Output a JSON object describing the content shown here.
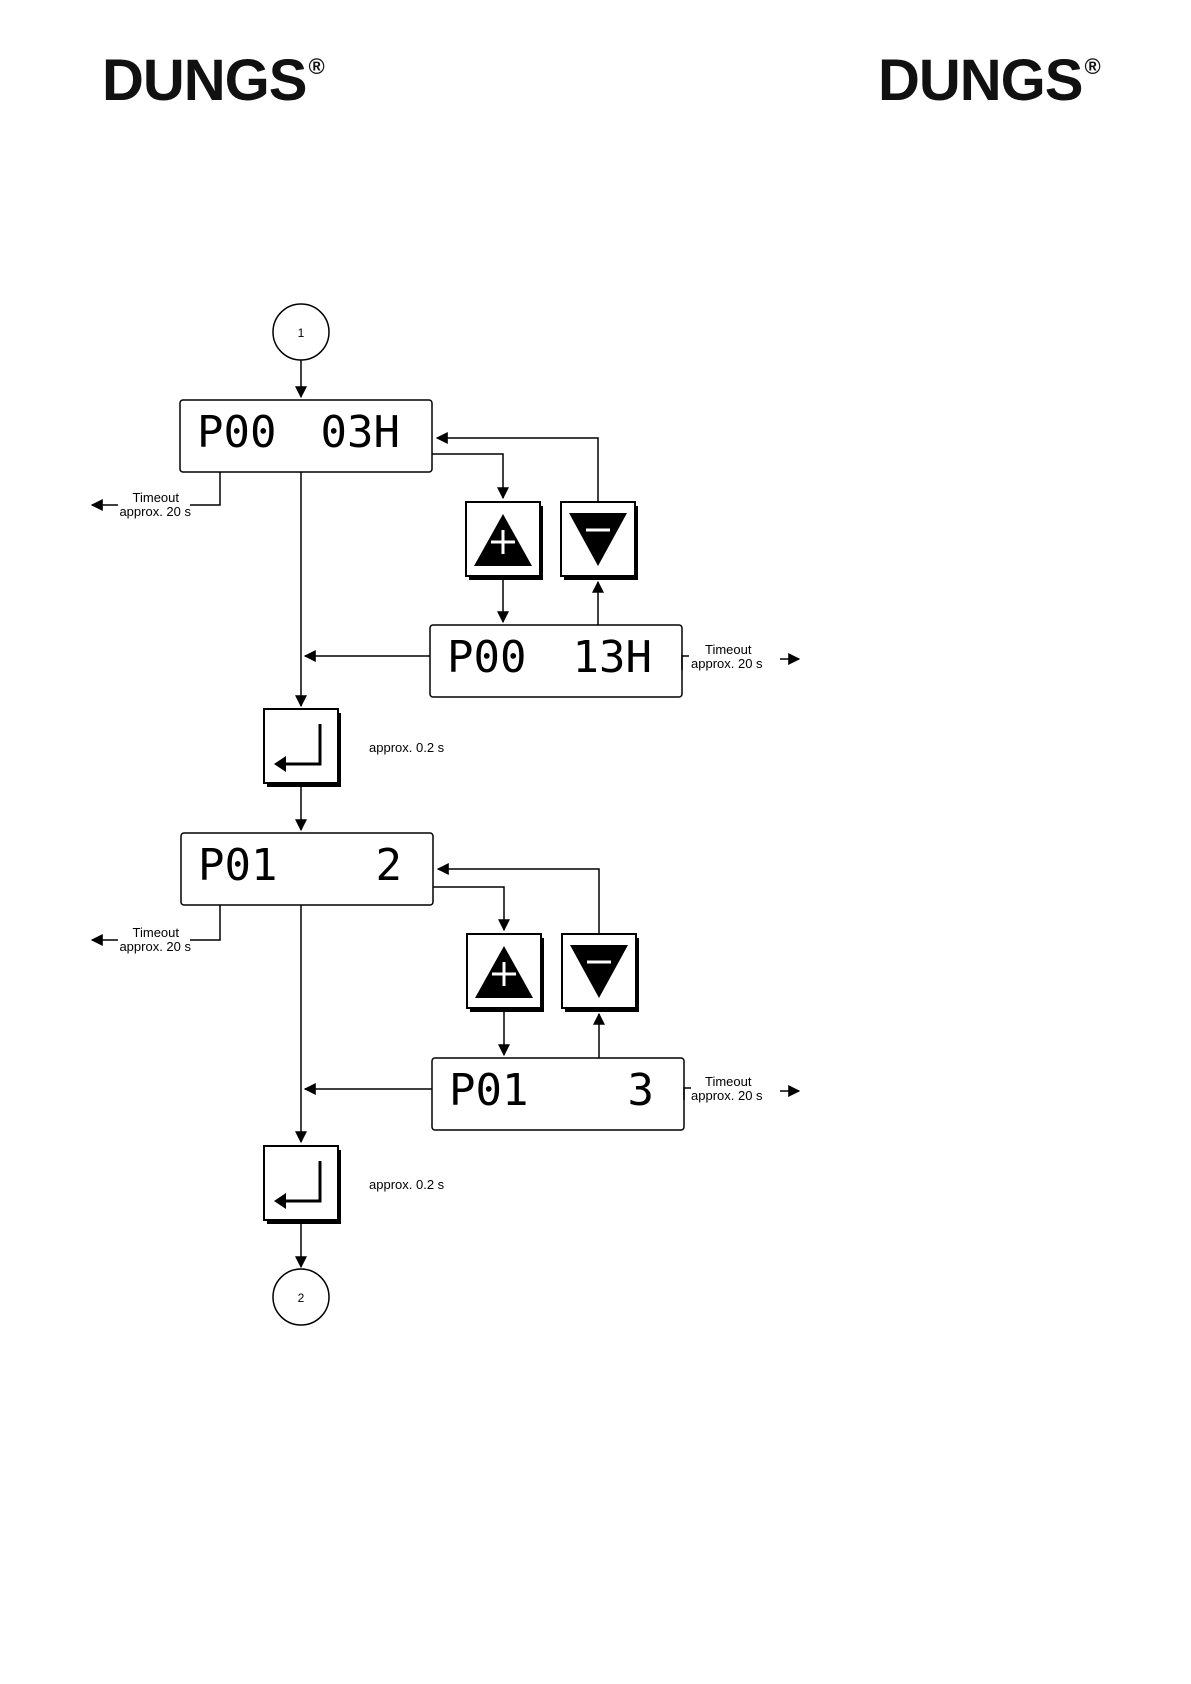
{
  "brand": {
    "name": "DUNGS",
    "mark": "®"
  },
  "connectors": {
    "start": "1",
    "end": "2"
  },
  "displays": {
    "p00_current": {
      "param": "P00",
      "value": "03H"
    },
    "p00_edit": {
      "param": "P00",
      "value": "13H"
    },
    "p01_current": {
      "param": "P01",
      "value": "2"
    },
    "p01_edit": {
      "param": "P01",
      "value": "3"
    }
  },
  "notes": {
    "timeout_line1": "Timeout",
    "timeout_line2": "approx. 20 s",
    "enter_delay": "approx. 0.2 s"
  },
  "icons": {
    "plus": "plus-up-triangle-icon",
    "minus": "minus-down-triangle-icon",
    "enter": "enter-return-icon"
  }
}
